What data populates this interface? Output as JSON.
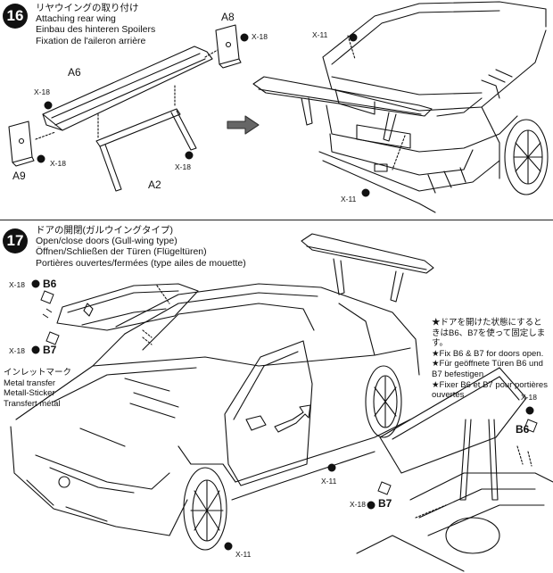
{
  "step16": {
    "number": "16",
    "titles": [
      "リヤウイングの取り付け",
      "Attaching rear wing",
      "Einbau des hinteren Spoilers",
      "Fixation de l'aileron arrière"
    ],
    "labels": {
      "a8": "A8",
      "a6": "A6",
      "a2": "A2",
      "a9": "A9",
      "x18_a8": "X-18",
      "x18_a6": "X-18",
      "x18_a9": "X-18",
      "x18_a2": "X-18",
      "x11_top": "X-11",
      "x11_bottom": "X-11"
    }
  },
  "step17": {
    "number": "17",
    "titles": [
      "ドアの開閉(ガルウイングタイプ)",
      "Open/close doors (Gull-wing type)",
      "Öffnen/Schließen der Türen (Flügeltüren)",
      "Portières ouvertes/fermées (type ailes de mouette)"
    ],
    "labels": {
      "x18_b6": "X-18",
      "b6": "B6",
      "x18_b7": "X-18",
      "b7": "B7",
      "x11_door": "X-11",
      "x11_wheel": "X-11",
      "x18_b6_right": "X-18",
      "b6_right": "B6",
      "x18_b7_right": "X-18",
      "b7_right": "B7"
    },
    "metal_transfer": [
      "インレットマーク",
      "Metal transfer",
      "Metall-Sticker",
      "Transfert métal"
    ],
    "note": [
      "★ドアを開けた状態にするときはB6、B7を使って固定します。",
      "★Fix B6 & B7 for doors open.",
      "★Für geöffnete Türen B6 und B7 befestigen.",
      "★Fixer B6 et B7 pour portières ouvertes."
    ]
  }
}
